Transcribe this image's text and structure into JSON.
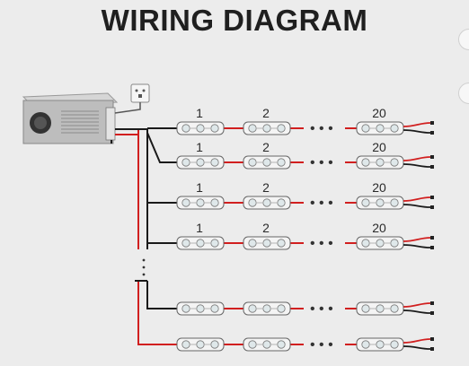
{
  "title": "WIRING DIAGRAM",
  "module_labels": [
    "1",
    "2",
    "20"
  ],
  "colors": {
    "positive_wire": "#d11f1f",
    "negative_wire": "#1a1a1a",
    "background": "#ececec"
  },
  "icons": [
    "power-supply-icon",
    "wall-socket-icon",
    "led-module-icon",
    "connector-plug-icon"
  ]
}
